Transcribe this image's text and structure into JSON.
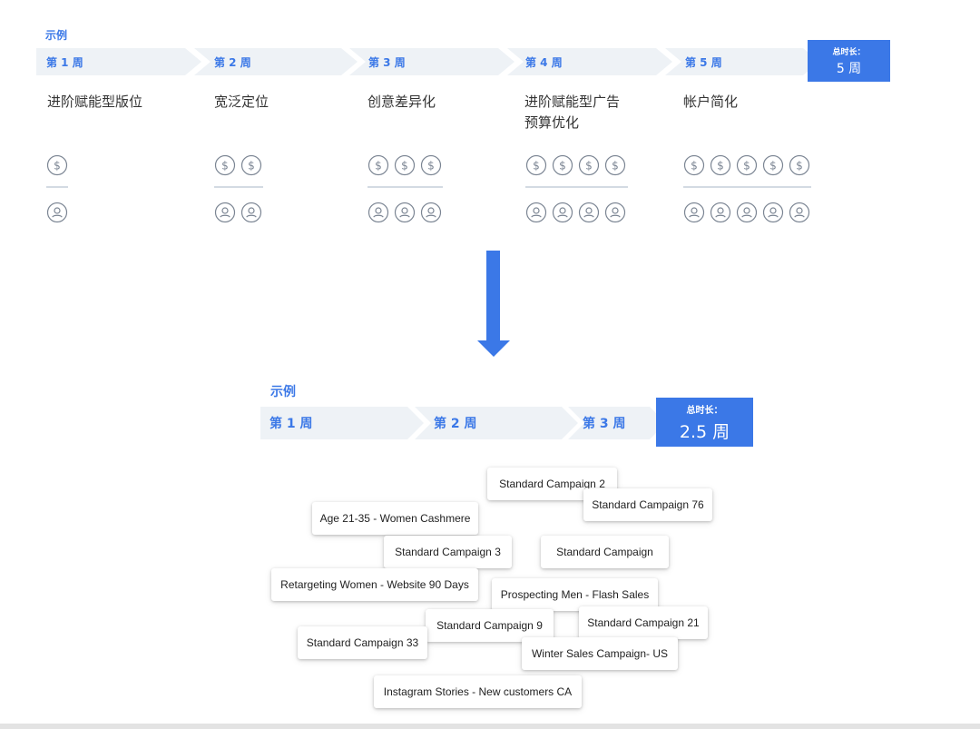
{
  "top": {
    "section_label": "示例",
    "weeks": [
      "第 1 周",
      "第 2 周",
      "第 3 周",
      "第 4 周",
      "第 5 周"
    ],
    "total": {
      "label": "总时长：",
      "value": "5 周"
    },
    "columns": [
      {
        "title": "进阶赋能型版位",
        "dollar_count": 1,
        "user_count": 1
      },
      {
        "title": "宽泛定位",
        "dollar_count": 2,
        "user_count": 2
      },
      {
        "title": "创意差异化",
        "dollar_count": 3,
        "user_count": 3
      },
      {
        "title": "进阶赋能型广告\n预算优化",
        "dollar_count": 4,
        "user_count": 4
      },
      {
        "title": "帐户简化",
        "dollar_count": 5,
        "user_count": 5
      }
    ]
  },
  "bottom": {
    "section_label": "示例",
    "weeks": [
      "第 1 周",
      "第 2 周",
      "第 3 周"
    ],
    "total": {
      "label": "总时长：",
      "value": "2.5 周"
    },
    "campaigns": [
      "Standard Campaign 2",
      "Standard Campaign 76",
      "Age 21-35 - Women Cashmere",
      "Standard Campaign 3",
      "Standard Campaign",
      "Retargeting Women - Website 90 Days",
      "Prospecting Men - Flash Sales",
      "Standard Campaign 9",
      "Standard Campaign 21",
      "Standard Campaign 33",
      "Winter Sales Campaign- US",
      "Instagram Stories - New customers CA"
    ]
  },
  "icons": {
    "dollar": "dollar-circle-icon",
    "user": "user-circle-icon"
  },
  "colors": {
    "accent": "#3b78e7",
    "chevron_bg": "#eef2f6",
    "icon_stroke": "#7b8593",
    "divider": "#d3dae3"
  }
}
